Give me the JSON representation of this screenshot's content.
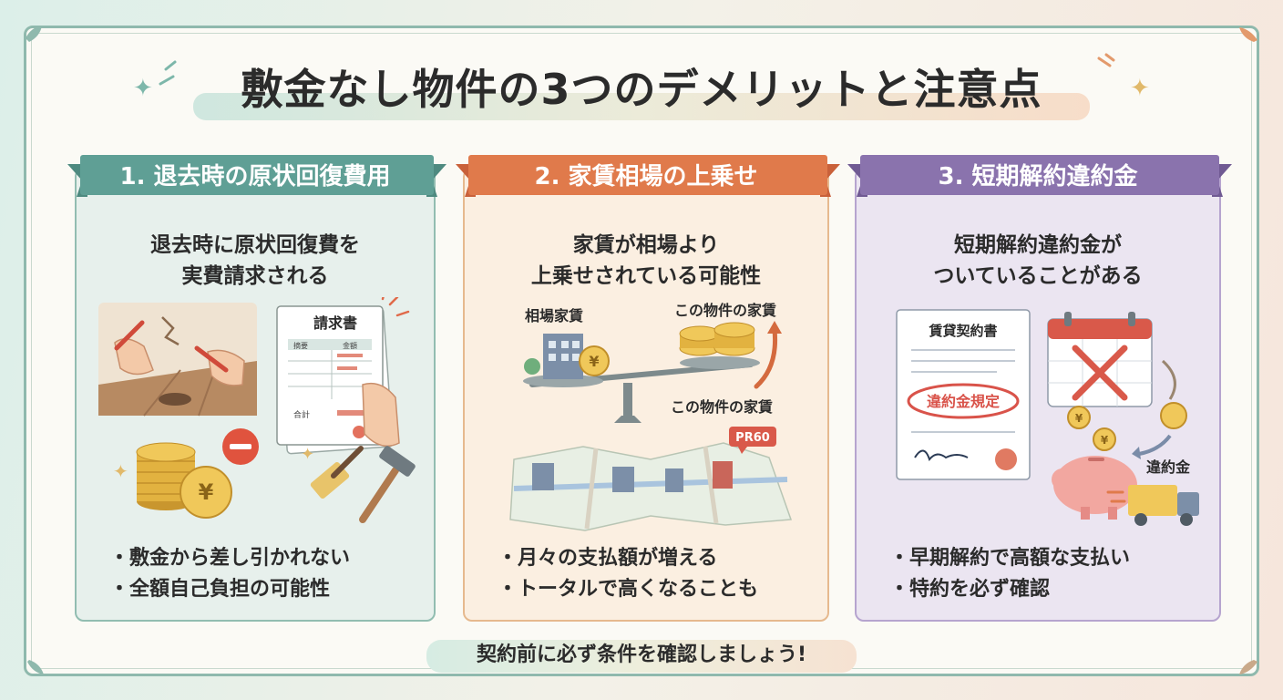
{
  "title": "敷金なし物件の3つのデメリットと注意点",
  "colors": {
    "teal": "#5f9f95",
    "orange": "#e07a4b",
    "purple": "#8a73ad",
    "frame": "#8fb9ad"
  },
  "panels": [
    {
      "heading": "1. 退去時の原状回復費用",
      "lead": [
        "退去時に原状回復費を",
        "実費請求される"
      ],
      "illustration": {
        "invoice_title": "請求書",
        "invoice_col1": "摘要",
        "invoice_col2": "金額",
        "invoice_total": "合計",
        "icons": [
          "wall-damage-icon",
          "invoice-icon",
          "coin-stack-icon",
          "minus-icon",
          "brush-icon",
          "hammer-icon"
        ]
      },
      "bullets": [
        "敷金から差し引かれない",
        "全額自己負担の可能性"
      ]
    },
    {
      "heading": "2. 家賃相場の上乗せ",
      "lead": [
        "家賃が相場より",
        "上乗せされている可能性"
      ],
      "illustration": {
        "label_market": "相場家賃",
        "label_this_top": "この物件の家賃",
        "label_this_bottom": "この物件の家賃",
        "map_tag": "PR60",
        "icons": [
          "balance-scale-icon",
          "building-icon",
          "coin-icon",
          "up-arrow-icon",
          "map-icon"
        ]
      },
      "bullets": [
        "月々の支払額が増える",
        "トータルで高くなることも"
      ]
    },
    {
      "heading": "3. 短期解約違約金",
      "lead": [
        "短期解約違約金が",
        "ついていることがある"
      ],
      "illustration": {
        "contract_title": "賃貸契約書",
        "contract_stamp": "違約金規定",
        "label_penalty": "違約金",
        "icons": [
          "contract-icon",
          "calendar-icon",
          "piggy-bank-icon",
          "coin-icon",
          "truck-icon"
        ]
      },
      "bullets": [
        "早期解約で高額な支払い",
        "特約を必ず確認"
      ]
    }
  ],
  "footer": "契約前に必ず条件を確認しましょう!"
}
